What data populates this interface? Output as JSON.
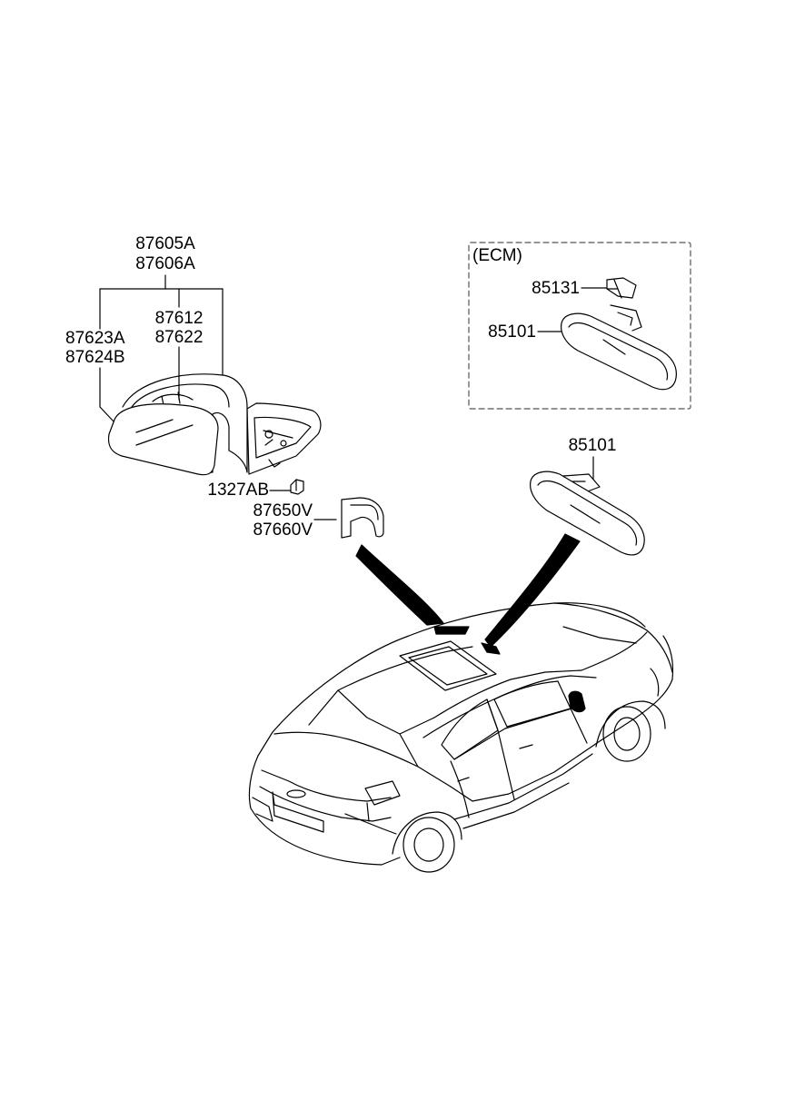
{
  "side_mirror": {
    "assembly_labels": [
      "87605A",
      "87606A"
    ],
    "glass_holder_labels": [
      "87612",
      "87622"
    ],
    "mirror_glass_labels": [
      "87623A",
      "87624B"
    ],
    "screw_label": "1327AB",
    "cover_labels": [
      "87650V",
      "87660V"
    ]
  },
  "inside_mirror": {
    "ecm_box_title": "(ECM)",
    "ecm_cover_label": "85131",
    "ecm_mirror_label": "85101",
    "standard_mirror_label": "85101"
  },
  "colors": {
    "line": "#000000",
    "dashed_box": "#555555",
    "background": "#ffffff"
  }
}
